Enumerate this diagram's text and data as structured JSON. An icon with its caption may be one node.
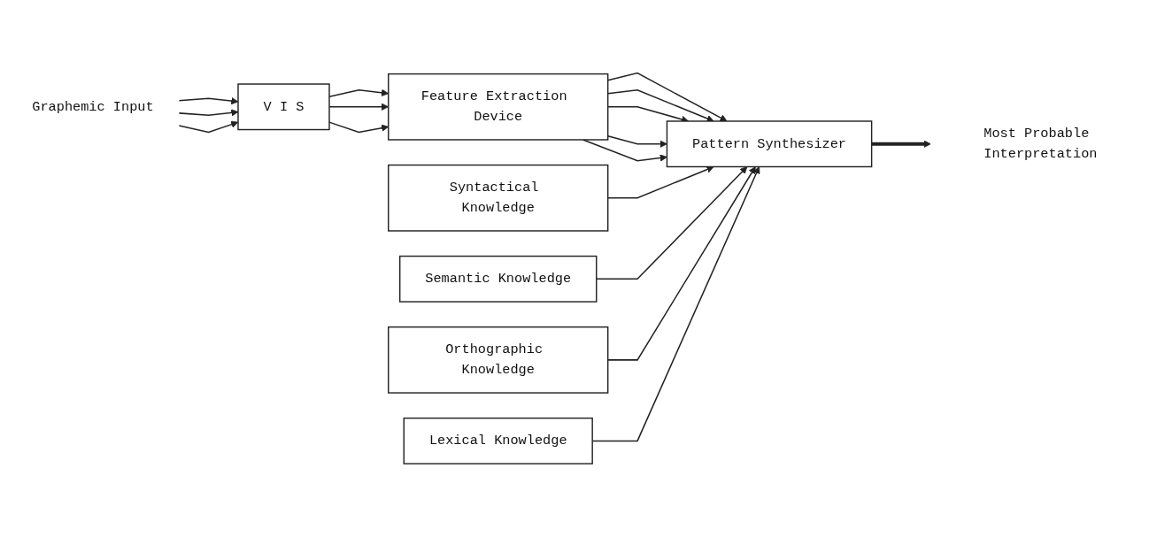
{
  "diagram": {
    "nodes": [
      {
        "text": [
          "Graphemic Input"
        ]
      },
      {
        "text": [
          "V I S"
        ]
      },
      {
        "text": [
          "Feature Extraction Device"
        ]
      },
      {
        "text": [
          "Syntactical Knowledge"
        ]
      },
      {
        "text": [
          "Semantic Knowledge"
        ]
      },
      {
        "text": [
          "Pattern Synthesizer"
        ]
      },
      {
        "text": [
          "Most Probable Interpretation"
        ]
      },
      {
        "text": [
          "Orthographic Knowledge"
        ]
      },
      {
        "text": [
          "Lexical Knowledge"
        ]
      }
    ],
    "edges": [
      {
        "from": 0,
        "to": 1,
        "arrow": "to"
      },
      {
        "from": 0,
        "to": 1,
        "arrow": "to"
      },
      {
        "from": 0,
        "to": 1,
        "arrow": "to"
      },
      {
        "from": 1,
        "to": 2,
        "arrow": "to"
      },
      {
        "from": 1,
        "to": 2,
        "arrow": "to"
      },
      {
        "from": 1,
        "to": 2,
        "arrow": "to"
      },
      {
        "from": 2,
        "to": 5,
        "arrow": "to"
      },
      {
        "from": 2,
        "to": 5,
        "arrow": "to"
      },
      {
        "from": 2,
        "to": 5,
        "arrow": "to"
      },
      {
        "from": 2,
        "to": 5,
        "arrow": "to"
      },
      {
        "from": 2,
        "to": 5,
        "arrow": "to"
      },
      {
        "from": 3,
        "to": 5,
        "arrow": "to"
      },
      {
        "from": 4,
        "to": 5,
        "arrow": "to"
      },
      {
        "from": 7,
        "to": 5,
        "arrow": "to"
      },
      {
        "from": 8,
        "to": 5,
        "arrow": "to"
      },
      {
        "from": 5,
        "to": 6,
        "arrow": "to",
        "style": "thick"
      }
    ]
  }
}
